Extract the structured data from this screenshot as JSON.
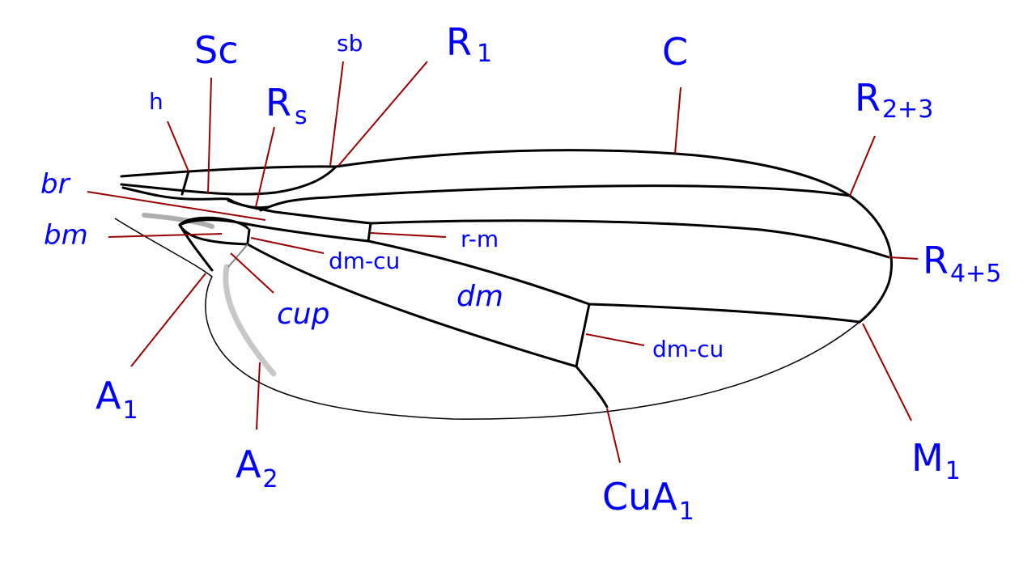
{
  "labels": {
    "h": "h",
    "sc": "Sc",
    "sb": "sb",
    "r1_base": "R",
    "r1_sub": "1",
    "c": "C",
    "rs_base": "R",
    "rs_sub": "s",
    "r23_base": "R",
    "r23_sub": "2+3",
    "br": "br",
    "bm": "bm",
    "rm": "r-m",
    "dmcu_upper": "dm-cu",
    "r45_base": "R",
    "r45_sub": "4+5",
    "dm": "dm",
    "cup": "cup",
    "dmcu_lower": "dm-cu",
    "a1_base": "A",
    "a1_sub": "1",
    "a2_base": "A",
    "a2_sub": "2",
    "m1_base": "M",
    "m1_sub": "1",
    "cua1_base": "CuA",
    "cua1_sub": "1"
  },
  "colors": {
    "label": "#0000ff",
    "leader": "#990000",
    "vein": "#000000"
  }
}
